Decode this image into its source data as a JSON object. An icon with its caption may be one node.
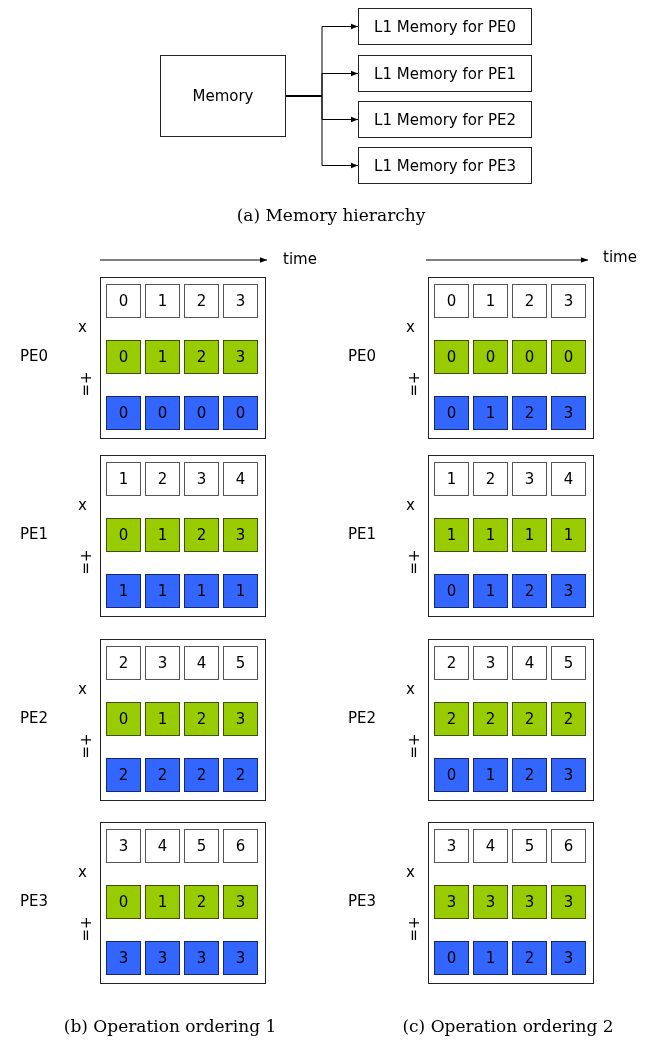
{
  "diagram": {
    "nodes": [
      {
        "text": [
          "Memory"
        ]
      },
      {
        "text": [
          "L1 Memory for PE0"
        ]
      },
      {
        "text": [
          "L1 Memory for PE1"
        ]
      },
      {
        "text": [
          "L1 Memory for PE2"
        ]
      },
      {
        "text": [
          "L1 Memory for PE3"
        ]
      },
      {
        "text": [],
        "shape": "box",
        "beside": [
          "PE0"
        ]
      },
      {
        "text": [
          "0"
        ],
        "in": 5
      },
      {
        "text": [
          "1"
        ],
        "in": 5
      },
      {
        "text": [
          "2"
        ],
        "in": 5
      },
      {
        "text": [
          "3"
        ],
        "in": 5
      },
      {
        "text": [
          "0"
        ],
        "in": 5
      },
      {
        "text": [
          "1"
        ],
        "in": 5
      },
      {
        "text": [
          "2"
        ],
        "in": 5
      },
      {
        "text": [
          "3"
        ],
        "in": 5
      },
      {
        "text": [
          "0"
        ],
        "in": 5
      },
      {
        "text": [
          "0"
        ],
        "in": 5
      },
      {
        "text": [
          "0"
        ],
        "in": 5
      },
      {
        "text": [
          "0"
        ],
        "in": 5
      },
      {
        "text": [],
        "shape": "box",
        "beside": [
          "PE1"
        ]
      },
      {
        "text": [
          "1"
        ],
        "in": 18
      },
      {
        "text": [
          "2"
        ],
        "in": 18
      },
      {
        "text": [
          "3"
        ],
        "in": 18
      },
      {
        "text": [
          "4"
        ],
        "in": 18
      },
      {
        "text": [
          "0"
        ],
        "in": 18
      },
      {
        "text": [
          "1"
        ],
        "in": 18
      },
      {
        "text": [
          "2"
        ],
        "in": 18
      },
      {
        "text": [
          "3"
        ],
        "in": 18
      },
      {
        "text": [
          "1"
        ],
        "in": 18
      },
      {
        "text": [
          "1"
        ],
        "in": 18
      },
      {
        "text": [
          "1"
        ],
        "in": 18
      },
      {
        "text": [
          "1"
        ],
        "in": 18
      },
      {
        "text": [],
        "shape": "box",
        "beside": [
          "PE2"
        ]
      },
      {
        "text": [
          "2"
        ],
        "in": 31
      },
      {
        "text": [
          "3"
        ],
        "in": 31
      },
      {
        "text": [
          "4"
        ],
        "in": 31
      },
      {
        "text": [
          "5"
        ],
        "in": 31
      },
      {
        "text": [
          "0"
        ],
        "in": 31
      },
      {
        "text": [
          "1"
        ],
        "in": 31
      },
      {
        "text": [
          "2"
        ],
        "in": 31
      },
      {
        "text": [
          "3"
        ],
        "in": 31
      },
      {
        "text": [
          "2"
        ],
        "in": 31
      },
      {
        "text": [
          "2"
        ],
        "in": 31
      },
      {
        "text": [
          "2"
        ],
        "in": 31
      },
      {
        "text": [
          "2"
        ],
        "in": 31
      },
      {
        "text": [],
        "shape": "box",
        "beside": [
          "PE3"
        ]
      },
      {
        "text": [
          "3"
        ],
        "in": 44
      },
      {
        "text": [
          "4"
        ],
        "in": 44
      },
      {
        "text": [
          "5"
        ],
        "in": 44
      },
      {
        "text": [
          "6"
        ],
        "in": 44
      },
      {
        "text": [
          "0"
        ],
        "in": 44
      },
      {
        "text": [
          "1"
        ],
        "in": 44
      },
      {
        "text": [
          "2"
        ],
        "in": 44
      },
      {
        "text": [
          "3"
        ],
        "in": 44
      },
      {
        "text": [
          "3"
        ],
        "in": 44
      },
      {
        "text": [
          "3"
        ],
        "in": 44
      },
      {
        "text": [
          "3"
        ],
        "in": 44
      },
      {
        "text": [
          "3"
        ],
        "in": 44
      },
      {
        "text": [],
        "shape": "box",
        "beside": [
          "PE0"
        ]
      },
      {
        "text": [
          "0"
        ],
        "in": 57
      },
      {
        "text": [
          "1"
        ],
        "in": 57
      },
      {
        "text": [
          "2"
        ],
        "in": 57
      },
      {
        "text": [
          "3"
        ],
        "in": 57
      },
      {
        "text": [
          "0"
        ],
        "in": 57
      },
      {
        "text": [
          "0"
        ],
        "in": 57
      },
      {
        "text": [
          "0"
        ],
        "in": 57
      },
      {
        "text": [
          "0"
        ],
        "in": 57
      },
      {
        "text": [
          "0"
        ],
        "in": 57
      },
      {
        "text": [
          "1"
        ],
        "in": 57
      },
      {
        "text": [
          "2"
        ],
        "in": 57
      },
      {
        "text": [
          "3"
        ],
        "in": 57
      },
      {
        "text": [],
        "shape": "box",
        "beside": [
          "PE1"
        ]
      },
      {
        "text": [
          "1"
        ],
        "in": 70
      },
      {
        "text": [
          "2"
        ],
        "in": 70
      },
      {
        "text": [
          "3"
        ],
        "in": 70
      },
      {
        "text": [
          "4"
        ],
        "in": 70
      },
      {
        "text": [
          "1"
        ],
        "in": 70
      },
      {
        "text": [
          "1"
        ],
        "in": 70
      },
      {
        "text": [
          "1"
        ],
        "in": 70
      },
      {
        "text": [
          "1"
        ],
        "in": 70
      },
      {
        "text": [
          "0"
        ],
        "in": 70
      },
      {
        "text": [
          "1"
        ],
        "in": 70
      },
      {
        "text": [
          "2"
        ],
        "in": 70
      },
      {
        "text": [
          "3"
        ],
        "in": 70
      },
      {
        "text": [],
        "shape": "box",
        "beside": [
          "PE2"
        ]
      },
      {
        "text": [
          "2"
        ],
        "in": 83
      },
      {
        "text": [
          "3"
        ],
        "in": 83
      },
      {
        "text": [
          "4"
        ],
        "in": 83
      },
      {
        "text": [
          "5"
        ],
        "in": 83
      },
      {
        "text": [
          "2"
        ],
        "in": 83
      },
      {
        "text": [
          "2"
        ],
        "in": 83
      },
      {
        "text": [
          "2"
        ],
        "in": 83
      },
      {
        "text": [
          "2"
        ],
        "in": 83
      },
      {
        "text": [
          "0"
        ],
        "in": 83
      },
      {
        "text": [
          "1"
        ],
        "in": 83
      },
      {
        "text": [
          "2"
        ],
        "in": 83
      },
      {
        "text": [
          "3"
        ],
        "in": 83
      },
      {
        "text": [],
        "shape": "box",
        "beside": [
          "PE3"
        ]
      },
      {
        "text": [
          "3"
        ],
        "in": 96
      },
      {
        "text": [
          "4"
        ],
        "in": 96
      },
      {
        "text": [
          "5"
        ],
        "in": 96
      },
      {
        "text": [
          "6"
        ],
        "in": 96
      },
      {
        "text": [
          "3"
        ],
        "in": 96
      },
      {
        "text": [
          "3"
        ],
        "in": 96
      },
      {
        "text": [
          "3"
        ],
        "in": 96
      },
      {
        "text": [
          "3"
        ],
        "in": 96
      },
      {
        "text": [
          "0"
        ],
        "in": 96
      },
      {
        "text": [
          "1"
        ],
        "in": 96
      },
      {
        "text": [
          "2"
        ],
        "in": 96
      },
      {
        "text": [
          "3"
        ],
        "in": 96
      }
    ],
    "edges": [
      {
        "from": 0,
        "to": 1,
        "arrow": "to"
      },
      {
        "from": 0,
        "to": 2,
        "arrow": "to"
      },
      {
        "from": 0,
        "to": 3,
        "arrow": "to"
      },
      {
        "from": 0,
        "to": 4,
        "arrow": "to"
      }
    ],
    "labels": [
      "(a) Memory hierarchy",
      "time",
      "time",
      "x",
      "+=",
      "x",
      "+=",
      "x",
      "+=",
      "x",
      "+=",
      "x",
      "+=",
      "x",
      "+=",
      "x",
      "+=",
      "x",
      "+=",
      "(b) Operation ordering 1",
      "(c) Operation ordering 2"
    ]
  }
}
